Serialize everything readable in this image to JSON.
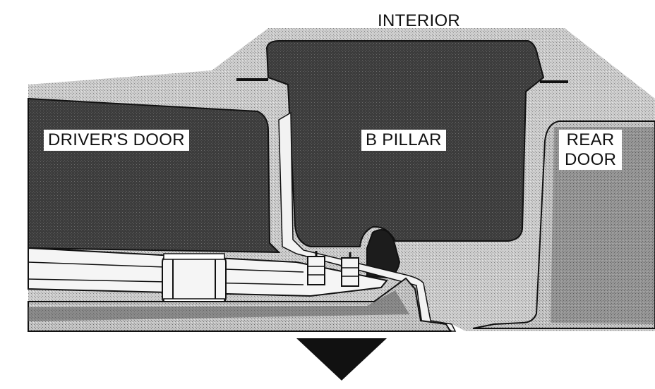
{
  "labels": {
    "interior": "INTERIOR",
    "drivers_door": "DRIVER'S DOOR",
    "b_pillar": "B PILLAR",
    "rear_door_line1": "REAR",
    "rear_door_line2": "DOOR"
  },
  "colors": {
    "panel_dark": "#3a3a3a",
    "stipple_light": "#bdbdbd",
    "stipple_mid": "#8c8c8c",
    "outline": "#111111",
    "background": "#ffffff"
  },
  "icons": {
    "arrow": "down-triangle-arrow-icon"
  }
}
